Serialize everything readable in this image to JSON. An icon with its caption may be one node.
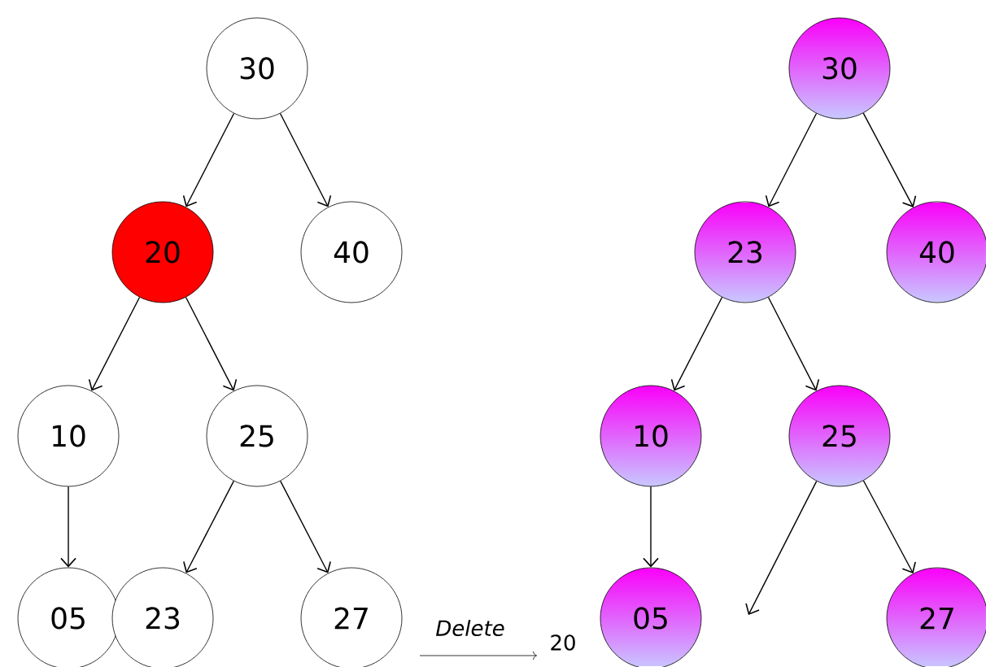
{
  "diagram": {
    "nodes": [
      {
        "text": [
          "30"
        ]
      },
      {
        "text": [
          "20"
        ]
      },
      {
        "text": [
          "40"
        ]
      },
      {
        "text": [
          "10"
        ]
      },
      {
        "text": [
          "25"
        ]
      },
      {
        "text": [
          "05"
        ]
      },
      {
        "text": [
          "23"
        ]
      },
      {
        "text": [
          "27"
        ]
      },
      {
        "text": [
          "30"
        ]
      },
      {
        "text": [
          "23"
        ]
      },
      {
        "text": [
          "40"
        ]
      },
      {
        "text": [
          "10"
        ]
      },
      {
        "text": [
          "25"
        ]
      },
      {
        "text": [
          "05"
        ]
      },
      {
        "text": [
          "27"
        ]
      }
    ],
    "edges": [
      {
        "from": 0,
        "to": 1,
        "arrow": "to"
      },
      {
        "from": 0,
        "to": 2,
        "arrow": "to"
      },
      {
        "from": 1,
        "to": 3,
        "arrow": "to"
      },
      {
        "from": 1,
        "to": 4,
        "arrow": "to"
      },
      {
        "from": 3,
        "to": 5,
        "arrow": "to"
      },
      {
        "from": 4,
        "to": 6,
        "arrow": "to"
      },
      {
        "from": 4,
        "to": 7,
        "arrow": "to"
      },
      {
        "from": 8,
        "to": 9,
        "arrow": "to"
      },
      {
        "from": 8,
        "to": 10,
        "arrow": "to"
      },
      {
        "from": 9,
        "to": 11,
        "arrow": "to"
      },
      {
        "from": 9,
        "to": 12,
        "arrow": "to"
      },
      {
        "from": 11,
        "to": 13,
        "arrow": "to"
      },
      {
        "from": 12,
        "to": null,
        "arrow": "to"
      },
      {
        "from": 12,
        "to": 14,
        "arrow": "to"
      }
    ],
    "labels": [
      "Delete",
      "20"
    ]
  }
}
